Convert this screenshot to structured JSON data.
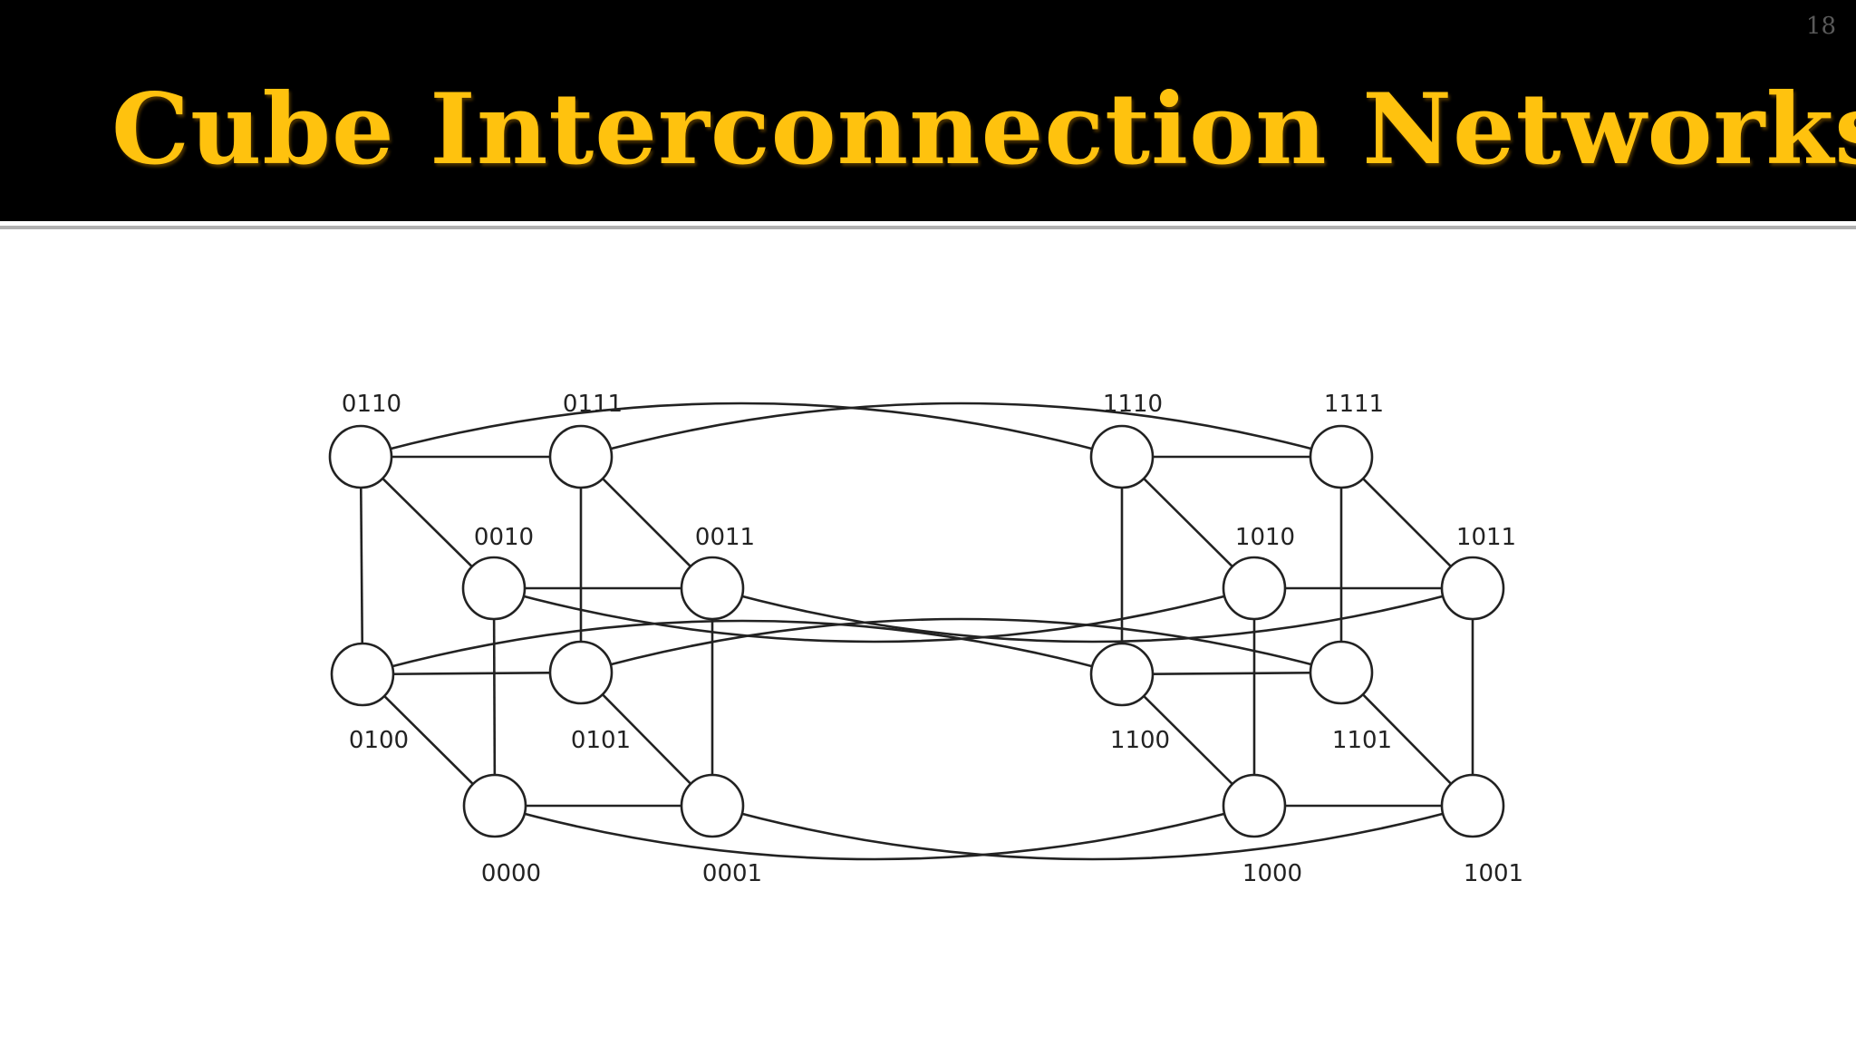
{
  "slide": {
    "title": "Cube Interconnection Networks",
    "number": "18",
    "title_color": "#ffc20e"
  },
  "diagram": {
    "nodes": [
      {
        "id": "0110",
        "label": "0110"
      },
      {
        "id": "0111",
        "label": "0111"
      },
      {
        "id": "0010",
        "label": "0010"
      },
      {
        "id": "0011",
        "label": "0011"
      },
      {
        "id": "0100",
        "label": "0100"
      },
      {
        "id": "0101",
        "label": "0101"
      },
      {
        "id": "0000",
        "label": "0000"
      },
      {
        "id": "0001",
        "label": "0001"
      },
      {
        "id": "1110",
        "label": "1110"
      },
      {
        "id": "1111",
        "label": "1111"
      },
      {
        "id": "1010",
        "label": "1010"
      },
      {
        "id": "1011",
        "label": "1011"
      },
      {
        "id": "1100",
        "label": "1100"
      },
      {
        "id": "1101",
        "label": "1101"
      },
      {
        "id": "1000",
        "label": "1000"
      },
      {
        "id": "1001",
        "label": "1001"
      }
    ]
  }
}
